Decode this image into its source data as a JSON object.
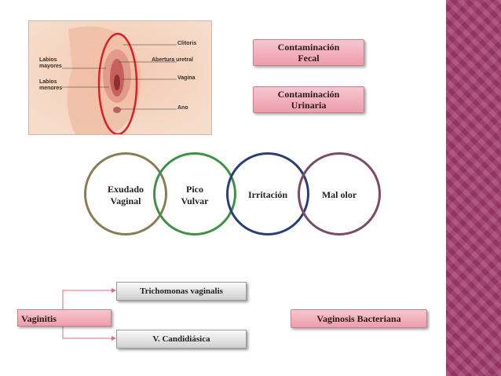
{
  "illustration": {
    "labels": {
      "clitoris": "Clitoris",
      "abertura": "Abertura uretral",
      "vagina": "Vagina",
      "ano": "Ano",
      "labios_mayores": "Labios\nmayores",
      "labios_menores": "Labios\nmenores"
    }
  },
  "boxes": {
    "fecal": "Contaminación\nFecal",
    "urinaria": "Contaminación\nUrinaria"
  },
  "circles": {
    "exudado": "Exudado\nVaginal",
    "pico": "Pico\nVulvar",
    "irritacion": "Irritación",
    "malolor": "Mal olor"
  },
  "tree": {
    "vaginitis": "Vaginitis",
    "trichomonas": "Trichomonas vaginalis",
    "candidiasica": "V. Candidiásica"
  },
  "vaginosis": "Vaginosis Bacteriana",
  "colors": {
    "accent_band": "#a23a6e",
    "pink_box": "#f2b3bf"
  }
}
